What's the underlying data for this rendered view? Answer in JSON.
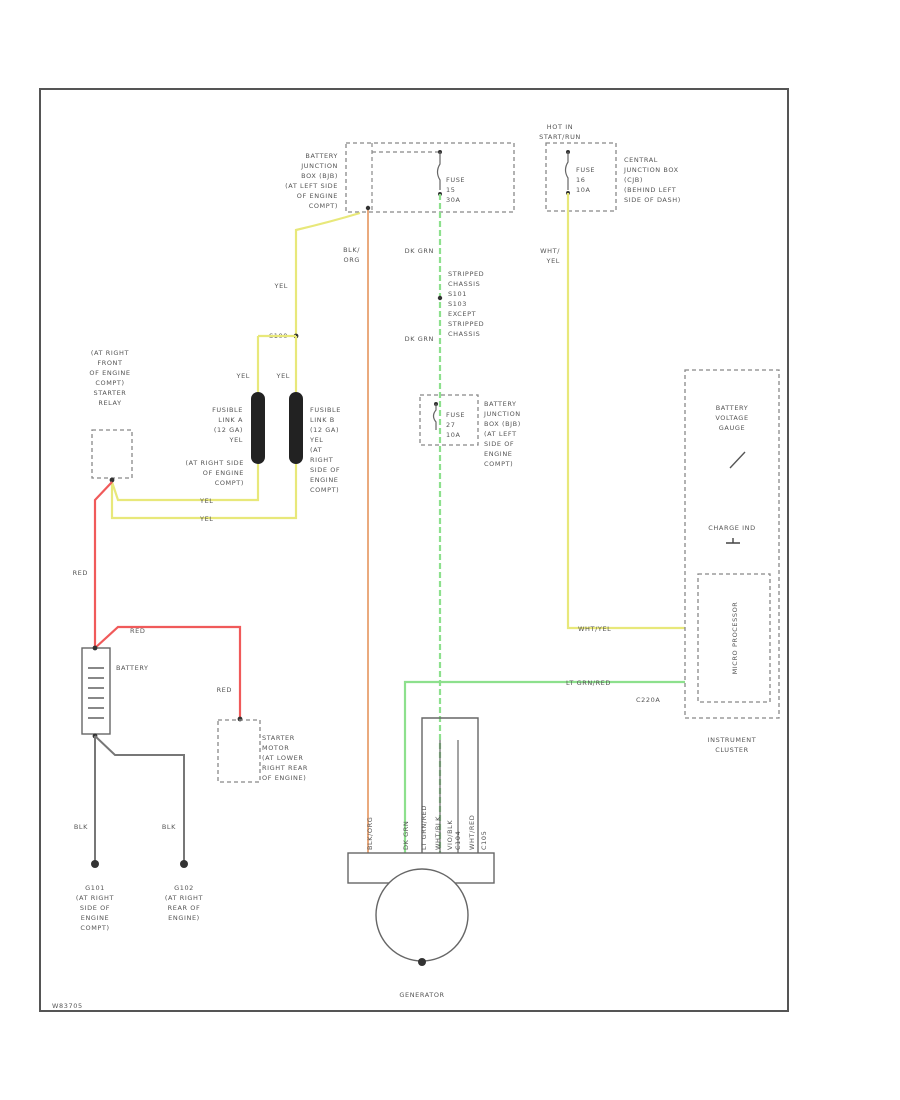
{
  "colors": {
    "yel": "#e8e87a",
    "red": "#f05a5a",
    "blk": "#777777",
    "green": "#8de08d",
    "blk_org": "#e8a070",
    "frame": "#555555"
  },
  "labels": {
    "battery_junction_box_top": [
      "BATTERY",
      "JUNCTION",
      "BOX (BJB)",
      "(AT LEFT SIDE",
      "OF ENGINE",
      "COMPT)"
    ],
    "fuse_top_a": "FUSE",
    "fuse_top_b": "15",
    "fuse_top_c": "30A",
    "hot_in_start_run": [
      "HOT IN",
      "START/RUN"
    ],
    "fuse_ccb_a": "FUSE",
    "fuse_ccb_b": "16",
    "fuse_ccb_c": "10A",
    "central_junction_box": [
      "CENTRAL",
      "JUNCTION BOX",
      "(CJB)",
      "(BEHIND LEFT",
      "SIDE OF DASH)"
    ],
    "blk_org": [
      "BLK/",
      "ORG"
    ],
    "dk_grn_1": "DK GRN",
    "dk_grn_2": "DK GRN",
    "stripped_chassis": [
      "STRIPPED",
      "CHASSIS",
      "S101",
      "S103",
      "EXCEPT",
      "STRIPPED",
      "CHASSIS"
    ],
    "wht_yel": [
      "WHT/",
      "YEL"
    ],
    "yel_top": "YEL",
    "splice_s100": "S100",
    "yel_a": "YEL",
    "yel_b": "YEL",
    "at_right_front": [
      "(AT RIGHT",
      "FRONT",
      "OF ENGINE",
      "COMPT)",
      "STARTER",
      "RELAY"
    ],
    "fusible_link_a": [
      "FUSIBLE",
      "LINK A",
      "(12 GA)",
      "YEL"
    ],
    "fusible_link_b": [
      "FUSIBLE",
      "LINK B",
      "(12 GA)",
      "YEL",
      "(AT",
      "RIGHT",
      "SIDE OF",
      "ENGINE",
      "COMPT)"
    ],
    "at_right_side_engine": [
      "(AT RIGHT SIDE",
      "OF ENGINE",
      "COMPT)"
    ],
    "yel_c": "YEL",
    "yel_d": "YEL",
    "fuse_bjb2_a": "FUSE",
    "fuse_bjb2_b": "27",
    "fuse_bjb2_c": "10A",
    "battery_junction_box_mid": [
      "BATTERY",
      "JUNCTION",
      "BOX (BJB)",
      "(AT LEFT",
      "SIDE OF",
      "ENGINE",
      "COMPT)"
    ],
    "battery_voltage_gauge": [
      "BATTERY",
      "VOLTAGE",
      "GAUGE"
    ],
    "charge_ind": "CHARGE IND",
    "micro_processor": "MICRO PROCESSOR",
    "wht_yel_wire": "WHT/YEL",
    "lt_grn_red_wire": "LT GRN/RED",
    "c220a": "C220A",
    "instrument_cluster": [
      "INSTRUMENT",
      "CLUSTER"
    ],
    "red_1": "RED",
    "red_2": "RED",
    "red_3": "RED",
    "battery": "BATTERY",
    "starter_motor": [
      "STARTER",
      "MOTOR",
      "(AT LOWER",
      "RIGHT REAR",
      "OF ENGINE)"
    ],
    "blk_1": "BLK",
    "blk_2": "BLK",
    "g101": [
      "G101",
      "(AT RIGHT",
      "SIDE OF",
      "ENGINE",
      "COMPT)"
    ],
    "g102": [
      "G102",
      "(AT RIGHT",
      "REAR OF",
      "ENGINE)"
    ],
    "gen_pins": [
      "BLK/ORG",
      "DK GRN",
      "LT GRN/RED",
      "WHT/BLK",
      "VIO/BLK",
      "C104",
      "WHT/RED",
      "C105"
    ],
    "generator": "GENERATOR",
    "footer_id": "W83705"
  }
}
